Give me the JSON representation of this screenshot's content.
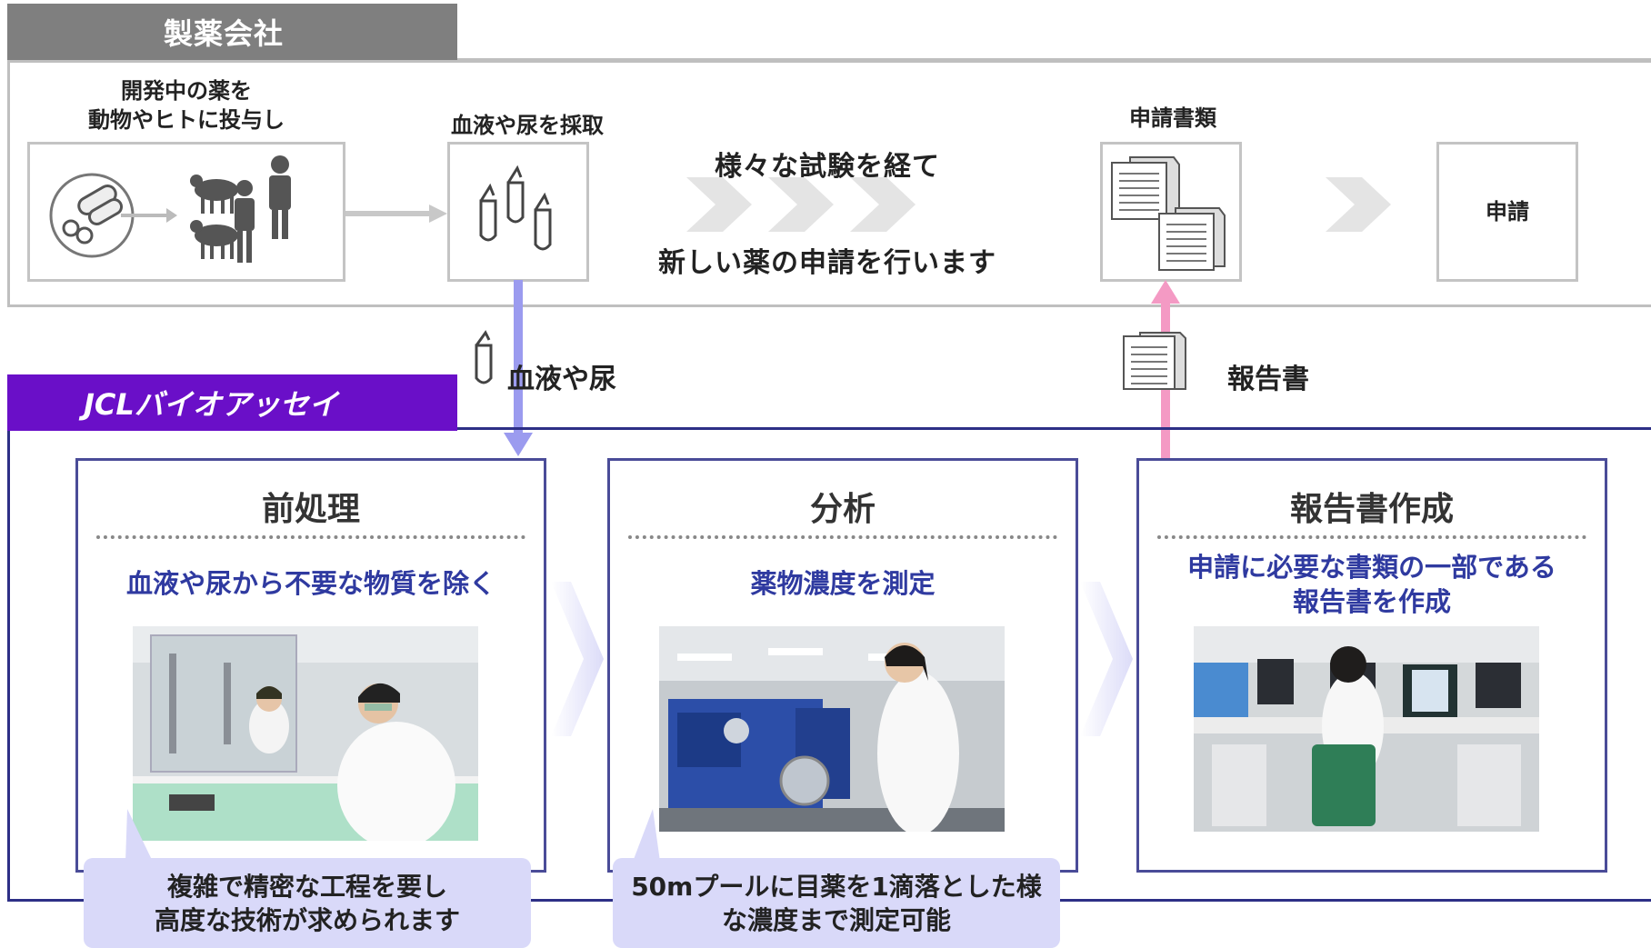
{
  "company": {
    "title": "製薬会社",
    "dose_label_line1": "開発中の薬を",
    "dose_label_line2": "動物やヒトに投与し",
    "collect_label": "血液や尿を採取",
    "message_line1": "様々な試験を経て",
    "message_line2": "新しい薬の申請を行います",
    "docs_label": "申請書類",
    "apply_label": "申請"
  },
  "transfer": {
    "sample_label": "血液や尿",
    "report_label": "報告書"
  },
  "lab": {
    "title": "JCLバイオアッセイ",
    "steps": [
      {
        "title": "前処理",
        "desc": "血液や尿から不要な物質を除く"
      },
      {
        "title": "分析",
        "desc": "薬物濃度を測定"
      },
      {
        "title": "報告書作成",
        "desc_line1": "申請に必要な書類の一部である",
        "desc_line2": "報告書を作成"
      }
    ],
    "callouts": [
      {
        "line1": "複雑で精密な工程を要し",
        "line2": "高度な技術が求められます"
      },
      {
        "line1": "50mプールに目薬を1滴落とした様",
        "line2": "な濃度まで測定可能"
      }
    ]
  },
  "colors": {
    "company_tag": "#7f7f7f",
    "lab_tag": "#6a0fc8",
    "lab_border": "#2d2f86",
    "sample_arrow": "#9b9bef",
    "report_arrow": "#f49ac4",
    "desc_text": "#2f3aa0",
    "callout_bg": "#d9d9f9"
  },
  "icons": [
    "pills-icon",
    "sheep-icon",
    "person-icon",
    "test-tube-icon",
    "documents-icon",
    "chevron-right-icon",
    "arrow-right-icon",
    "arrow-down-icon",
    "arrow-up-icon"
  ]
}
